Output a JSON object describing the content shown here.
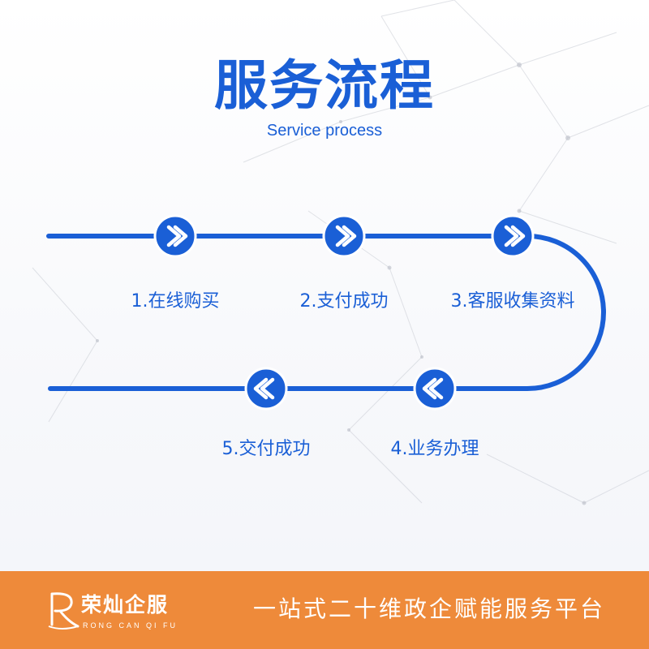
{
  "header": {
    "title": "服务流程",
    "subtitle": "Service process"
  },
  "steps": [
    {
      "label": "1.在线购买",
      "direction": "right"
    },
    {
      "label": "2.支付成功",
      "direction": "right"
    },
    {
      "label": "3.客服收集资料",
      "direction": "right"
    },
    {
      "label": "4.业务办理",
      "direction": "left"
    },
    {
      "label": "5.交付成功",
      "direction": "left"
    }
  ],
  "footer": {
    "brand_cn": "荣灿企服",
    "brand_en": "RONG CAN QI FU",
    "slogan": "一站式二十维政企赋能服务平台"
  },
  "colors": {
    "accent": "#1a5fd6",
    "footer_bg": "#ee8a3a",
    "text_on_footer": "#ffffff"
  }
}
